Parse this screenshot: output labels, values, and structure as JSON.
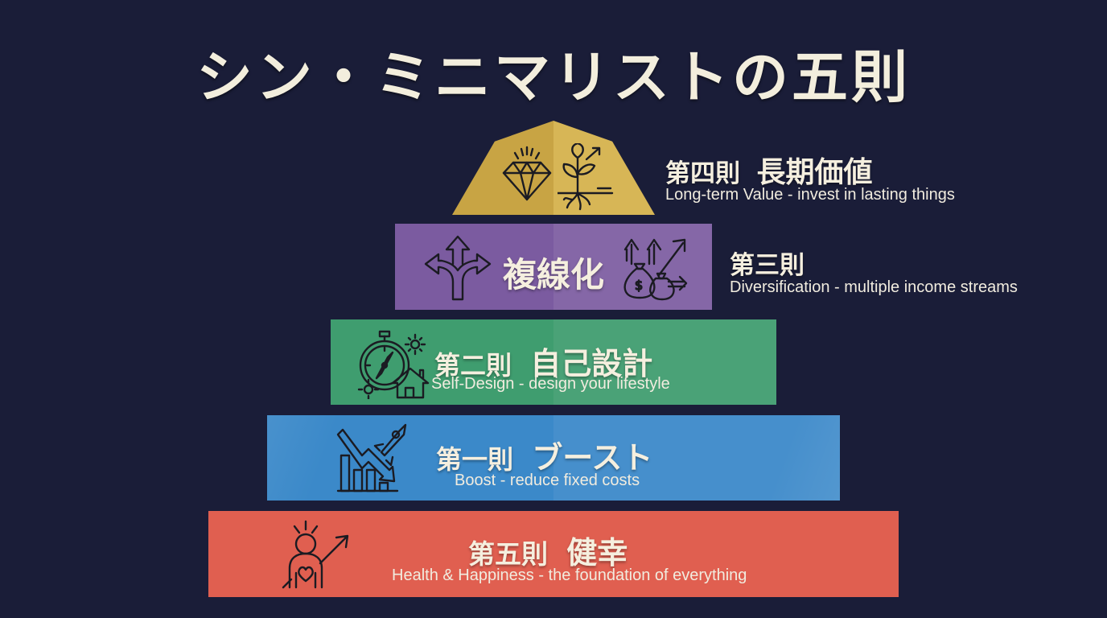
{
  "title": "シン・ミニマリストの五則",
  "colors": {
    "background": "#1a1d38",
    "tier4_gold": "#c8a444",
    "tier3_purple": "#7b5ba0",
    "tier2_green": "#3f9d6f",
    "tier1_blue": "#3b89c9",
    "tier5_red": "#e05f50",
    "text": "#f5efdf"
  },
  "tiers": [
    {
      "level": "top",
      "rule_label": "第四則",
      "name": "長期価値",
      "description": "Long-term Value - invest in lasting things",
      "icons": [
        "diamond-icon",
        "growing-plant-icon"
      ]
    },
    {
      "level": "second",
      "rule_label": "第三則",
      "name": "複線化",
      "description": "Diversification - multiple income streams",
      "icons": [
        "branching-arrows-icon",
        "money-bags-arrows-icon"
      ]
    },
    {
      "level": "third",
      "rule_label": "第二則",
      "name": "自己設計",
      "description": "Self-Design - design your lifestyle",
      "icons": [
        "compass-house-gears-icon"
      ]
    },
    {
      "level": "fourth",
      "rule_label": "第一則",
      "name": "ブースト",
      "description": "Boost - reduce fixed costs",
      "icons": [
        "rocket-declining-chart-icon"
      ]
    },
    {
      "level": "base",
      "rule_label": "第五則",
      "name": "健幸",
      "description": "Health & Happiness - the foundation of everything",
      "icons": [
        "person-heart-arrow-icon"
      ]
    }
  ]
}
